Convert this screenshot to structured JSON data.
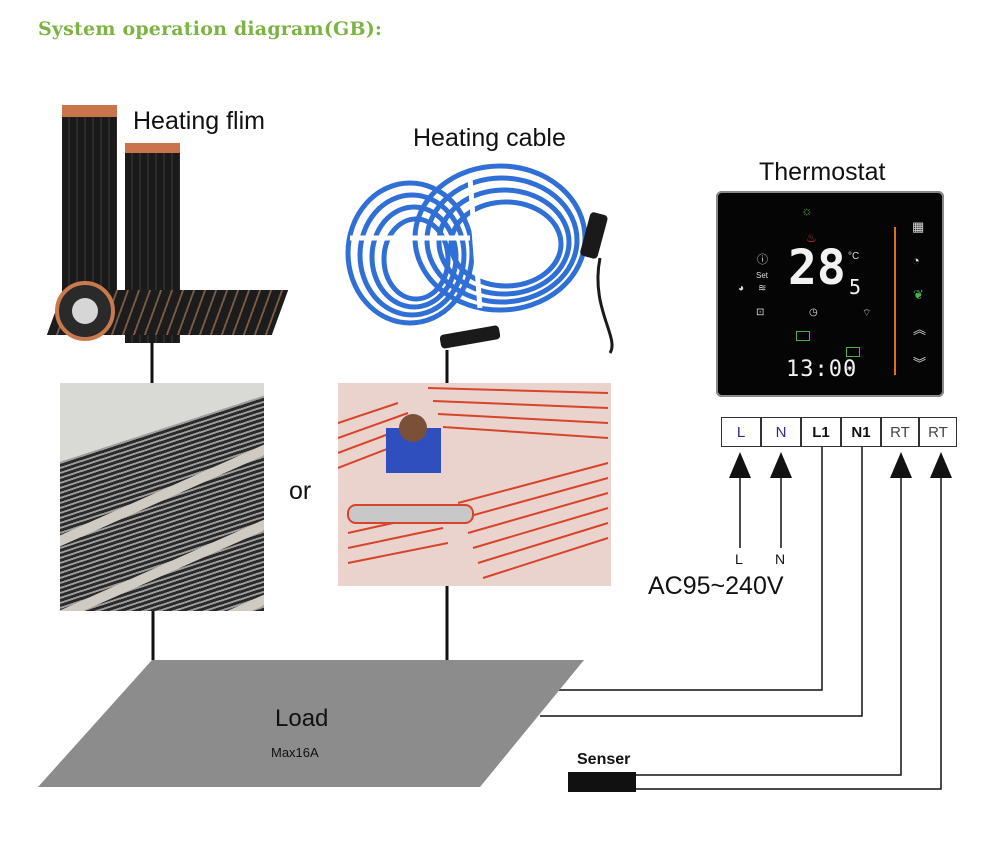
{
  "title": "System operation diagram(GB):",
  "labels": {
    "heating_film": "Heating flim",
    "heating_cable": "Heating cable",
    "thermostat": "Thermostat",
    "or": "or",
    "voltage": "AC95~240V",
    "load": "Load",
    "load_max": "Max16A",
    "sensor": "Senser"
  },
  "terminals": [
    "L",
    "N",
    "L1",
    "N1",
    "RT",
    "RT"
  ],
  "input_labels": [
    "L",
    "N"
  ],
  "thermostat_display": {
    "temperature": "28",
    "decimal": "5",
    "unit": "°C",
    "time": "13:00",
    "ampm": "AM",
    "set_label": "Set"
  },
  "colors": {
    "title": "#7cb342",
    "cable": "#2f6fd6",
    "heating_wire": "#d8432c",
    "load": "#8c8c8c",
    "thermo_accent": "#e0701c",
    "eco_leaf": "#4caf50"
  }
}
